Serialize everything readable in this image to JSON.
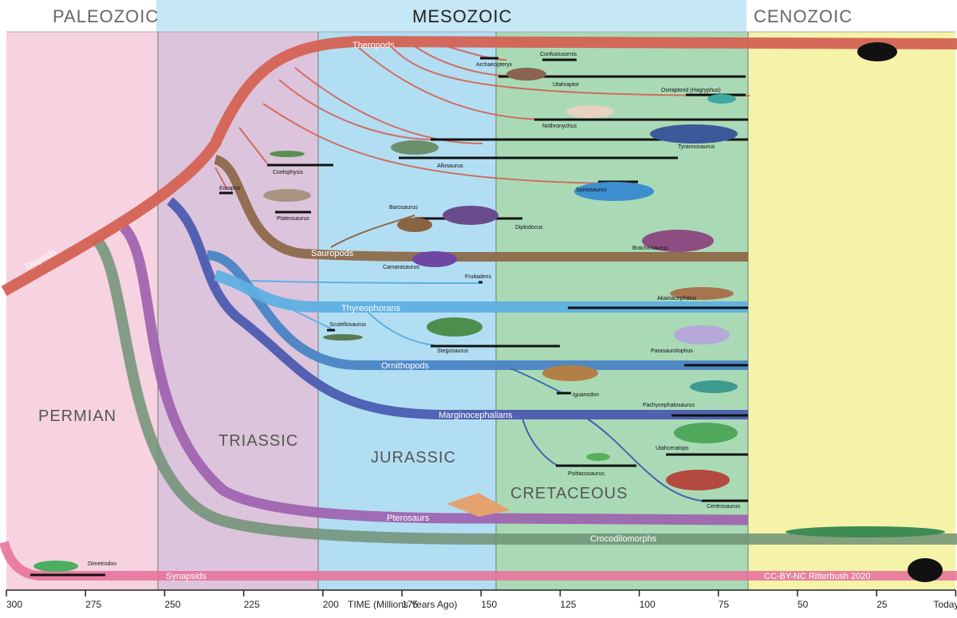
{
  "eras": {
    "paleozoic": "PALEOZOIC",
    "mesozoic": "MESOZOIC",
    "cenozoic": "CENOZOIC"
  },
  "periods": {
    "permian": "PERMIAN",
    "triassic": "TRIASSIC",
    "jurassic": "JURASSIC",
    "cretaceous": "CRETACEOUS"
  },
  "lineages": {
    "theropods": "Theropods",
    "sauropods": "Sauropods",
    "thyreophorans": "Thyreophorans",
    "ornithopods": "Ornithopods",
    "marginocephalians": "Marginocephalians",
    "pterosaurs": "Pterosaurs",
    "crocodilomorphs": "Crocodilomorphs",
    "synapsids": "Synapsids",
    "diapsids": "Diapsids"
  },
  "species": {
    "archaeopteryx": "Archaeopteryx",
    "confusiusornis": "Confusiusornis",
    "utahraptor": "Utahraptor",
    "oviraptorid": "Oviraptorid (Hagryphus)",
    "nothronychus": "Nothronychus",
    "tyrannosaurus": "Tyrannosaurus",
    "allosaurus": "Allosaurus",
    "coelophysis": "Coelophysis",
    "eoraptor": "Eoraptor",
    "plateosaurus": "Plateosaurus",
    "spinosaurus": "Spinosaurus",
    "barosaurus": "Barosaurus",
    "diplodocus": "Diplodocus",
    "brachiosaurus": "Brachiosaurus",
    "camarasaurus": "Camarasaurus",
    "fruitadens": "Fruitadens",
    "akainacephalus": "Akainacephalus",
    "scutellosaurus": "Scutellosaurus",
    "stegosaurus": "Stegosaurus",
    "parasaurolophus": "Parasaurolophus",
    "iguanodon": "Iguanodon",
    "pachycephalosaurus": "Pachycephalosaurus",
    "utahceratops": "Utahceratops",
    "psittacosaurus": "Psittacosaurus",
    "centrosaurus": "Centrosaurus",
    "dimetrodon": "Dimetrodon"
  },
  "credit": "CC-BY-NC Ritterbush 2020",
  "axis": {
    "title": "TIME  (Millions Years Ago)",
    "ticks": [
      "300",
      "275",
      "250",
      "225",
      "200",
      "175",
      "150",
      "125",
      "100",
      "75",
      "50",
      "25",
      "Today"
    ]
  },
  "colors": {
    "permian_bg": "#f7d3e1",
    "triassic_bg": "#dcc4dc",
    "jurassic_bg": "#b2def3",
    "cretaceous_bg": "#a9dab5",
    "cenozoic_bg": "#f4f3a8",
    "mesozoic_header": "#c6e7f6",
    "theropods": "#d46253",
    "sauropods": "#8d6a4a",
    "thyreophorans": "#5eb0e2",
    "ornithopods": "#4a84c4",
    "marginocephalians": "#4c5cb0",
    "pterosaurs": "#9c5fae",
    "crocodilomorphs": "#6f9275",
    "synapsids": "#e7749b"
  }
}
